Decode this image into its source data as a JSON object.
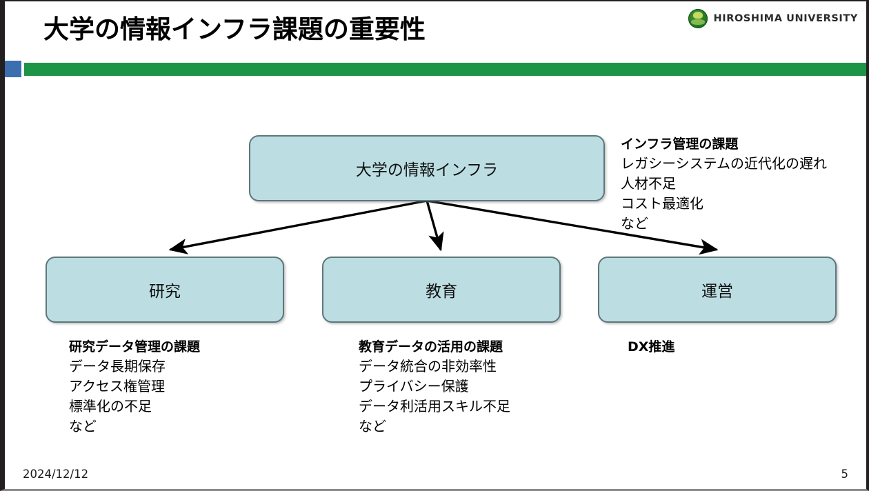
{
  "slide": {
    "title": "大学の情報インフラ課題の重要性",
    "logo_text": "HIROSHIMA UNIVERSITY",
    "accent_blue": "#3b6fb0",
    "accent_green": "#1e9447",
    "node_fill": "#bcdee2",
    "node_border": "#5d777b"
  },
  "diagram": {
    "root": {
      "label": "大学の情報インフラ"
    },
    "children": [
      {
        "label": "研究"
      },
      {
        "label": "教育"
      },
      {
        "label": "運営"
      }
    ]
  },
  "annotations": {
    "infra": {
      "heading": "インフラ管理の課題",
      "lines": [
        "レガシーシステムの近代化の遅れ",
        "人材不足",
        "コスト最適化",
        "など"
      ]
    },
    "research": {
      "heading": "研究データ管理の課題",
      "lines": [
        "データ長期保存",
        "アクセス権管理",
        "標準化の不足",
        "など"
      ]
    },
    "education": {
      "heading": "教育データの活用の課題",
      "lines": [
        "データ統合の非効率性",
        "プライバシー保護",
        "データ利活用スキル不足",
        "など"
      ]
    },
    "operations": {
      "heading": "DX推進",
      "lines": []
    }
  },
  "footer": {
    "date": "2024/12/12",
    "page_number": "5"
  }
}
